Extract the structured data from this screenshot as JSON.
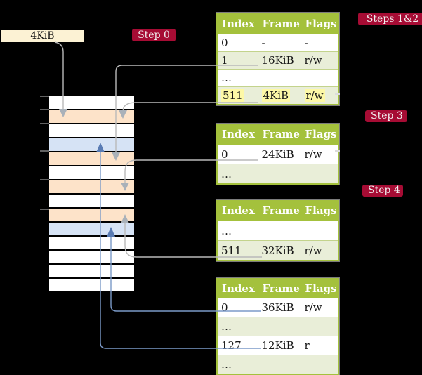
{
  "labels": {
    "frame_size_box": "4KiB",
    "step0": "Step 0",
    "steps12": "Steps 1&2",
    "step3": "Step 3",
    "step4": "Step 4"
  },
  "colors": {
    "badge-red": "#a60c34",
    "table-green": "#a4c13c",
    "table-row-green": "#e9eed8",
    "highlight-yellow": "#fdf8a6",
    "frame-box-cream": "#fcf2d4",
    "mem-orange": "#fde3c9",
    "mem-blue": "#d6e3f5",
    "line-gray": "#b9b9b9",
    "arrow-gray": "#a9b1b9",
    "line-blue": "#7b9ac8",
    "arrow-blue": "#5a7cb4"
  },
  "memory_stack": {
    "rows": [
      "free",
      "pagetable",
      "free",
      "mapped",
      "pagetable",
      "free",
      "pagetable",
      "free",
      "pagetable",
      "mapped",
      "free",
      "free",
      "free",
      "free"
    ]
  },
  "tables": [
    {
      "name": "table-steps-1-2",
      "headers": [
        "Index",
        "Frame",
        "Flags"
      ],
      "rows": [
        {
          "cells": [
            "0",
            "-",
            "-"
          ]
        },
        {
          "cells": [
            "1",
            "16KiB",
            "r/w"
          ]
        },
        {
          "cells": [
            "…",
            "",
            ""
          ]
        },
        {
          "cells": [
            "511",
            "4KiB",
            "r/w"
          ],
          "highlighted": true
        }
      ]
    },
    {
      "name": "table-step-3",
      "headers": [
        "Index",
        "Frame",
        "Flags"
      ],
      "rows": [
        {
          "cells": [
            "0",
            "24KiB",
            "r/w"
          ]
        },
        {
          "cells": [
            "…",
            "",
            ""
          ]
        }
      ]
    },
    {
      "name": "table-step-4-upper",
      "headers": [
        "Index",
        "Frame",
        "Flags"
      ],
      "rows": [
        {
          "cells": [
            "…",
            "",
            ""
          ]
        },
        {
          "cells": [
            "511",
            "32KiB",
            "r/w"
          ]
        }
      ]
    },
    {
      "name": "table-bottom",
      "headers": [
        "Index",
        "Frame",
        "Flags"
      ],
      "rows": [
        {
          "cells": [
            "0",
            "36KiB",
            "r/w"
          ]
        },
        {
          "cells": [
            "…",
            "",
            ""
          ]
        },
        {
          "cells": [
            "127",
            "12KiB",
            "r"
          ]
        },
        {
          "cells": [
            "…",
            "",
            ""
          ]
        }
      ]
    }
  ]
}
